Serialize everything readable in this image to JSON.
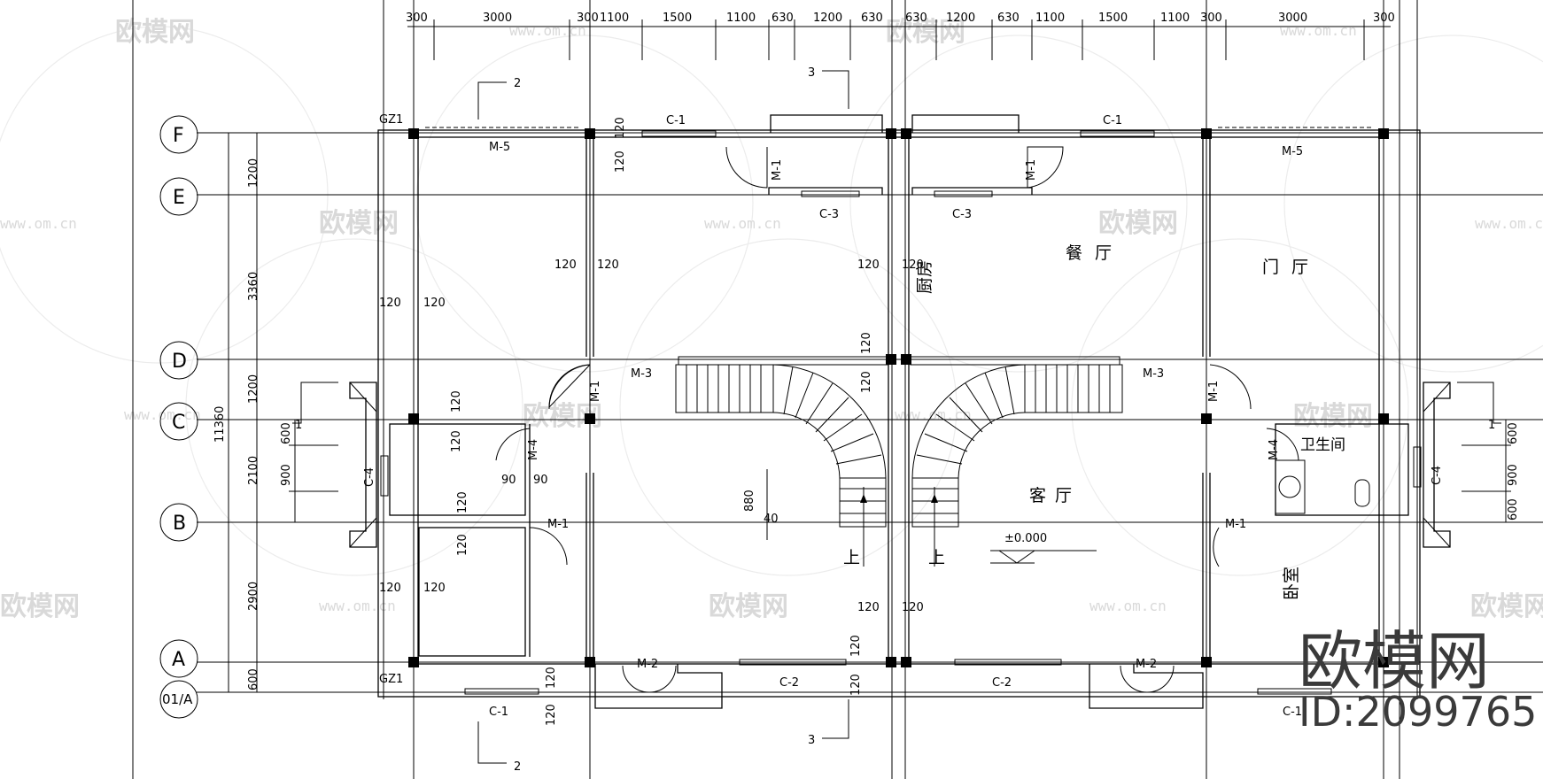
{
  "top_dimensions": [
    "300",
    "3000",
    "300",
    "1100",
    "1500",
    "1100",
    "630",
    "1200",
    "630",
    "630",
    "1200",
    "630",
    "1100",
    "1500",
    "1100",
    "300",
    "3000",
    "300"
  ],
  "left_dimensions": [
    "1200",
    "3360",
    "1200",
    "2100",
    "2900",
    "600"
  ],
  "overall_dimension": "11360",
  "axes": [
    "F",
    "E",
    "D",
    "C",
    "B",
    "A",
    "01/A"
  ],
  "rooms": {
    "kitchen": "厨房",
    "dining": "餐厅",
    "foyer": "门厅",
    "living": "客厅",
    "bathroom": "卫生间",
    "bedroom": "卧室"
  },
  "labels": {
    "gz1": "GZ1",
    "m1": "M-1",
    "m2": "M-2",
    "m3": "M-3",
    "m4": "M-4",
    "m5": "M-5",
    "c1": "C-1",
    "c2": "C-2",
    "c3": "C-3",
    "c4": "C-4",
    "w120": "120",
    "w90": "90",
    "d880": "880",
    "d40": "40",
    "d600": "600",
    "d900": "900",
    "up": "上",
    "elevation": "±0.000",
    "sec1": "1",
    "sec2": "2",
    "sec3": "3"
  },
  "watermark": {
    "brand": "欧模网",
    "url": "www.om.cn",
    "big_brand": "欧模网",
    "id": "ID:2099765"
  }
}
